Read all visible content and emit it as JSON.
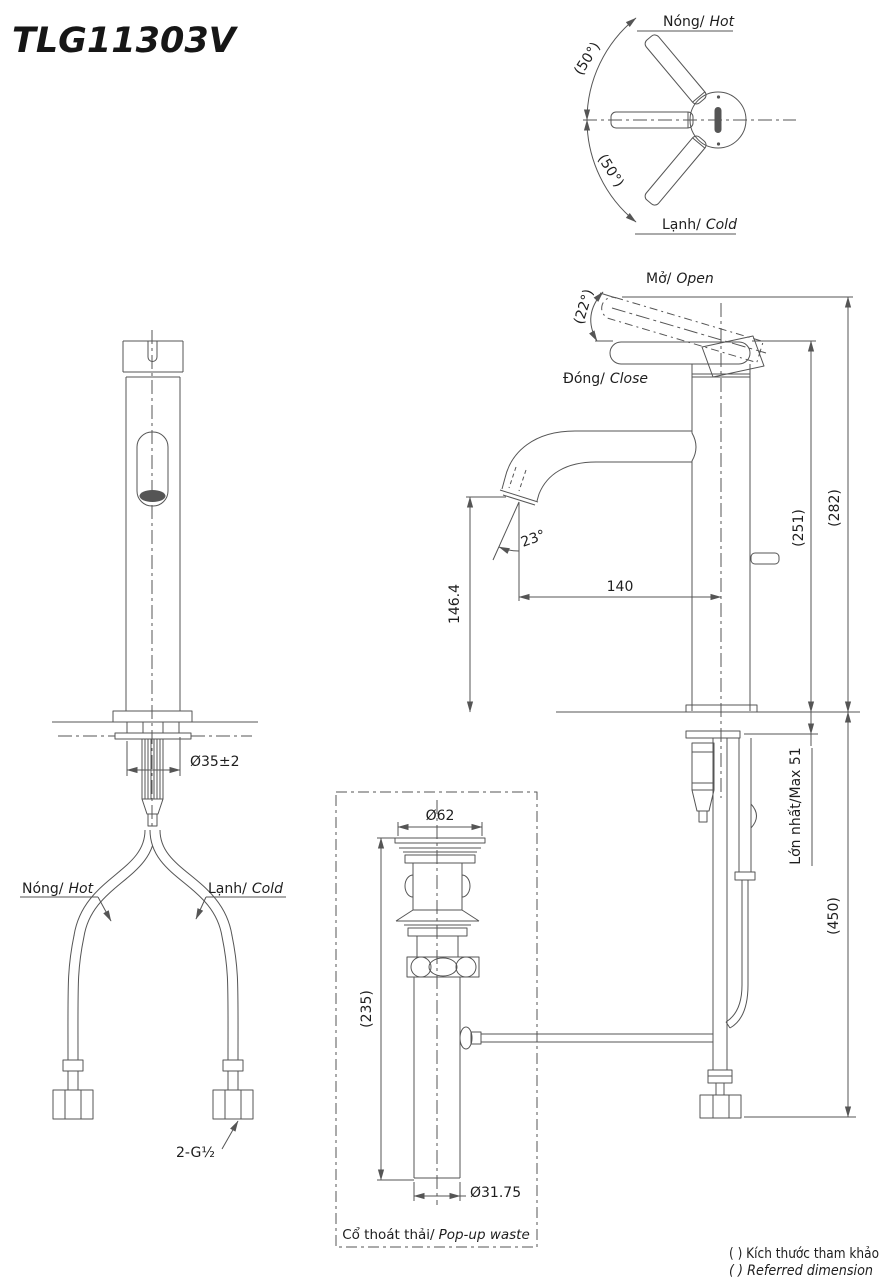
{
  "title": "TLG11303V",
  "colors": {
    "line": "#555555",
    "text": "#1e1e1e",
    "background": "#ffffff"
  },
  "top_view": {
    "hot": {
      "vi": "Nóng/",
      "en": "Hot"
    },
    "cold": {
      "vi": "Lạnh/",
      "en": "Cold"
    },
    "swing_angle_upper": "(50°)",
    "swing_angle_lower": "(50°)"
  },
  "side_view": {
    "open": {
      "vi": "Mở/",
      "en": "Open"
    },
    "close": {
      "vi": "Đóng/",
      "en": "Close"
    },
    "handle_open_angle": "(22°)",
    "spout_angle": "23°",
    "spout_reach": "140",
    "spout_height": "146.4",
    "height_to_spout_top": "(251)",
    "overall_height": "(282)",
    "max_deck_thickness": "Lớn nhất/Max 51",
    "under_deck_length": "(450)"
  },
  "front_view": {
    "shank_diameter": "Ø35±2",
    "hot": {
      "vi": "Nóng/",
      "en": "Hot"
    },
    "cold": {
      "vi": "Lạnh/",
      "en": "Cold"
    },
    "hose_thread": "2-G½"
  },
  "popup_waste": {
    "flange_diameter": "Ø62",
    "body_length": "(235)",
    "tail_diameter": "Ø31.75",
    "caption": {
      "vi": "Cổ thoát thải/",
      "en": "Pop-up waste"
    }
  },
  "footnote": {
    "vi": "( ) Kích thước tham khảo",
    "en": "( ) Referred dimension"
  }
}
